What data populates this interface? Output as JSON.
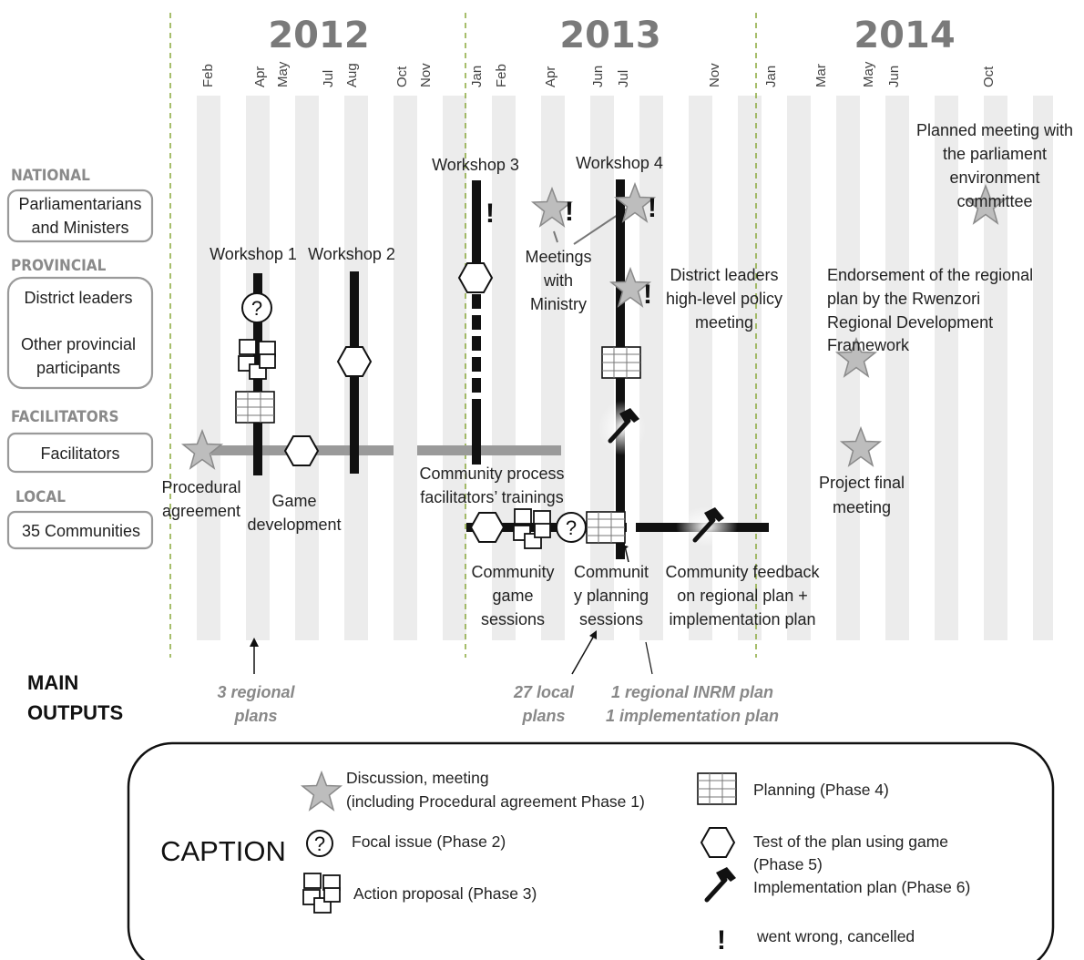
{
  "years": [
    "2012",
    "2013",
    "2014"
  ],
  "months": {
    "y2012": [
      "Feb",
      "Apr",
      "May",
      "Jul",
      "Aug",
      "Oct",
      "Nov"
    ],
    "y2013": [
      "Jan",
      "Feb",
      "Apr",
      "Jun",
      "Jul",
      "Nov"
    ],
    "y2014": [
      "Jan",
      "Mar",
      "May",
      "Jun",
      "Oct"
    ]
  },
  "levels": {
    "national": "NATIONAL",
    "provincial": "PROVINCIAL",
    "facilitators": "FACILITATORS",
    "local": "LOCAL"
  },
  "participants": {
    "parliament": [
      "Parliamentarians",
      "and Ministers"
    ],
    "district": "District leaders",
    "other": [
      "Other provincial",
      "participants"
    ],
    "facilitators": "Facilitators",
    "communities": "35 Communities"
  },
  "events": {
    "workshop1": "Workshop 1",
    "workshop2": "Workshop 2",
    "workshop3": "Workshop 3",
    "workshop4": "Workshop 4",
    "procedural": [
      "Procedural",
      "agreement"
    ],
    "game_dev": [
      "Game",
      "development"
    ],
    "meetings_ministry": [
      "Meetings",
      "with",
      "Ministry"
    ],
    "district_meeting": [
      "District leaders",
      "high-level policy",
      "meeting"
    ],
    "planned_meeting": [
      "Planned meeting with",
      "the parliament",
      "environment",
      "committee"
    ],
    "endorsement": [
      "Endorsement of the regional",
      "plan by the Rwenzori",
      "Regional Development",
      "Framework"
    ],
    "final_meeting": [
      "Project final",
      "meeting"
    ],
    "cpf_trainings": [
      "Community process",
      "facilitators’ trainings"
    ],
    "game_sessions": [
      "Community",
      "game",
      "sessions"
    ],
    "planning_sessions": [
      "Communit",
      "y planning",
      "sessions"
    ],
    "feedback": [
      "Community feedback",
      "on regional plan +",
      "implementation plan"
    ]
  },
  "outputs": {
    "title": [
      "MAIN",
      "OUTPUTS"
    ],
    "regional": [
      "3 regional",
      "plans"
    ],
    "local": [
      "27 local",
      "plans"
    ],
    "inrm": [
      "1 regional INRM plan",
      "1 implementation plan"
    ]
  },
  "caption": {
    "title": "CAPTION",
    "discussion": [
      "Discussion, meeting",
      "(including Procedural agreement Phase 1)"
    ],
    "focal": "Focal issue (Phase 2)",
    "action": "Action proposal (Phase 3)",
    "planning": "Planning (Phase 4)",
    "test": [
      "Test of the plan using game",
      "(Phase 5)"
    ],
    "implementation": "Implementation plan (Phase 6)",
    "wrong": "went wrong, cancelled"
  },
  "glyphs": {
    "question": "?",
    "exclamation": "!"
  },
  "colors": {
    "year": "#7a7a7a",
    "stripe": "#ececec",
    "divider": "#8aa83c",
    "star": "#bdbdbd",
    "facilitator_line": "#9a9a9a",
    "output_text": "#888888"
  }
}
